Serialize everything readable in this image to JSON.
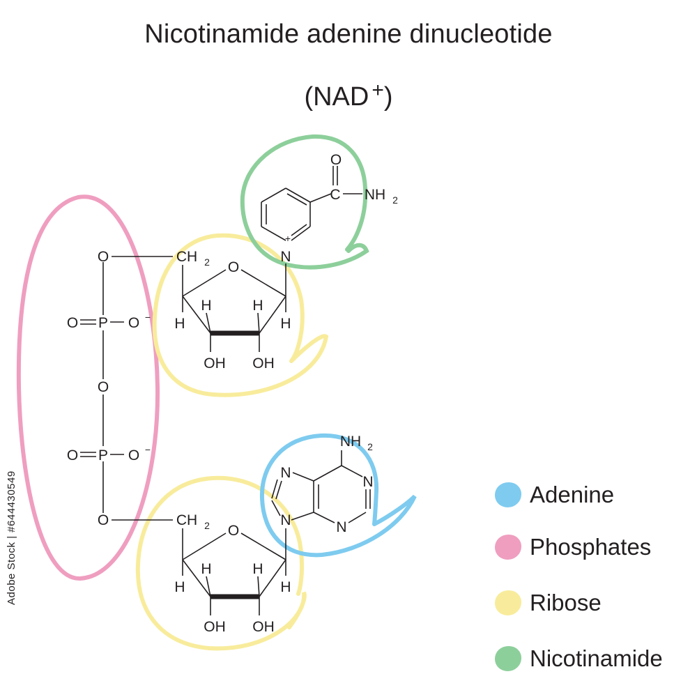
{
  "title": "Nicotinamide adenine dinucleotide",
  "subtitle": {
    "text": "(NAD",
    "superscript": "+",
    "close": ")"
  },
  "stock_id": "Adobe Stock | #644430549",
  "colors": {
    "adenine": "#7ecbef",
    "phosphates": "#ef9ec0",
    "ribose": "#f8ec9c",
    "nicotinamide": "#8dcf9b"
  },
  "atoms": {
    "o": "O",
    "n": "N",
    "p": "P",
    "h": "H",
    "c": "C",
    "oh": "OH",
    "o_minus": "O",
    "minus": "−",
    "plus": "+",
    "ch2": "CH",
    "nh2": "NH",
    "sub2": "2"
  },
  "legend": [
    {
      "label": "Adenine",
      "color": "#7ecbef"
    },
    {
      "label": "Phosphates",
      "color": "#ef9ec0"
    },
    {
      "label": "Ribose",
      "color": "#f8ec9c"
    },
    {
      "label": "Nicotinamide",
      "color": "#8dcf9b"
    }
  ]
}
